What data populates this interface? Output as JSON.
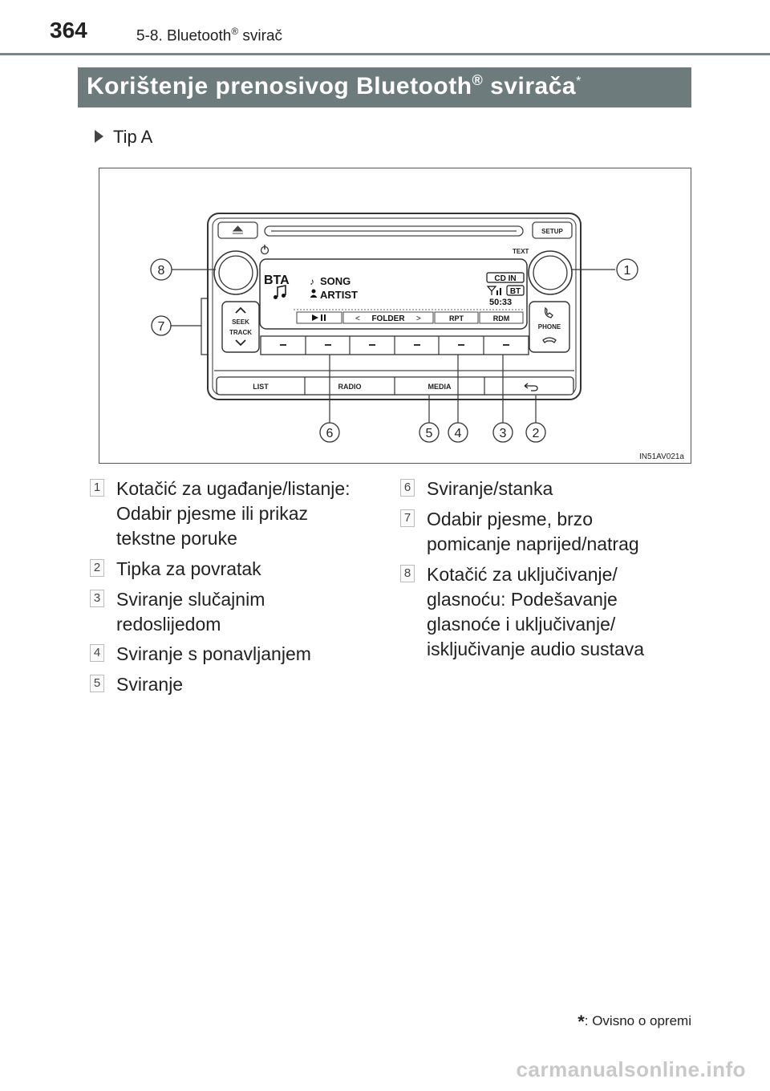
{
  "header": {
    "page_number": "364",
    "chapter": "5-8. Bluetooth",
    "chapter_sup": "®",
    "chapter_suffix": " svirač"
  },
  "section": {
    "title": "Korištenje prenosivog Bluetooth",
    "title_sup": "®",
    "title_suffix": " svirača",
    "title_star": "*"
  },
  "tip": "Tip A",
  "figure": {
    "image_code": "IN51AV021a",
    "callouts": [
      "1",
      "2",
      "3",
      "4",
      "5",
      "6",
      "7",
      "8"
    ],
    "radio": {
      "setup": "SETUP",
      "text": "TEXT",
      "bta": "BTA",
      "song": "SONG",
      "artist": "ARTIST",
      "cd_in": "CD IN",
      "bt": "BT",
      "time": "50:33",
      "folder": "FOLDER",
      "rpt": "RPT",
      "rdm": "RDM",
      "seek": "SEEK",
      "track": "TRACK",
      "phone": "PHONE",
      "list": "LIST",
      "radio": "RADIO",
      "media": "MEDIA"
    }
  },
  "legend": [
    {
      "num": "1",
      "lines": [
        "Kotačić za ugađanje/listanje:",
        "Odabir pjesme ili prikaz",
        "tekstne poruke"
      ]
    },
    {
      "num": "2",
      "lines": [
        "Tipka za povratak"
      ]
    },
    {
      "num": "3",
      "lines": [
        "Sviranje slučajnim",
        "redoslijedom"
      ]
    },
    {
      "num": "4",
      "lines": [
        "Sviranje s ponavljanjem"
      ]
    },
    {
      "num": "5",
      "lines": [
        "Sviranje"
      ]
    },
    {
      "num": "6",
      "lines": [
        "Sviranje/stanka"
      ]
    },
    {
      "num": "7",
      "lines": [
        "Odabir pjesme, brzo",
        "pomicanje naprijed/natrag"
      ]
    },
    {
      "num": "8",
      "lines": [
        "Kotačić za uključivanje/",
        "glasnoću: Podešavanje",
        "glasnoće i uključivanje/",
        "isključivanje audio sustava"
      ]
    }
  ],
  "footnote": {
    "star": "*",
    "text": ": Ovisno o opremi"
  },
  "watermark": "carmanualsonline.info"
}
